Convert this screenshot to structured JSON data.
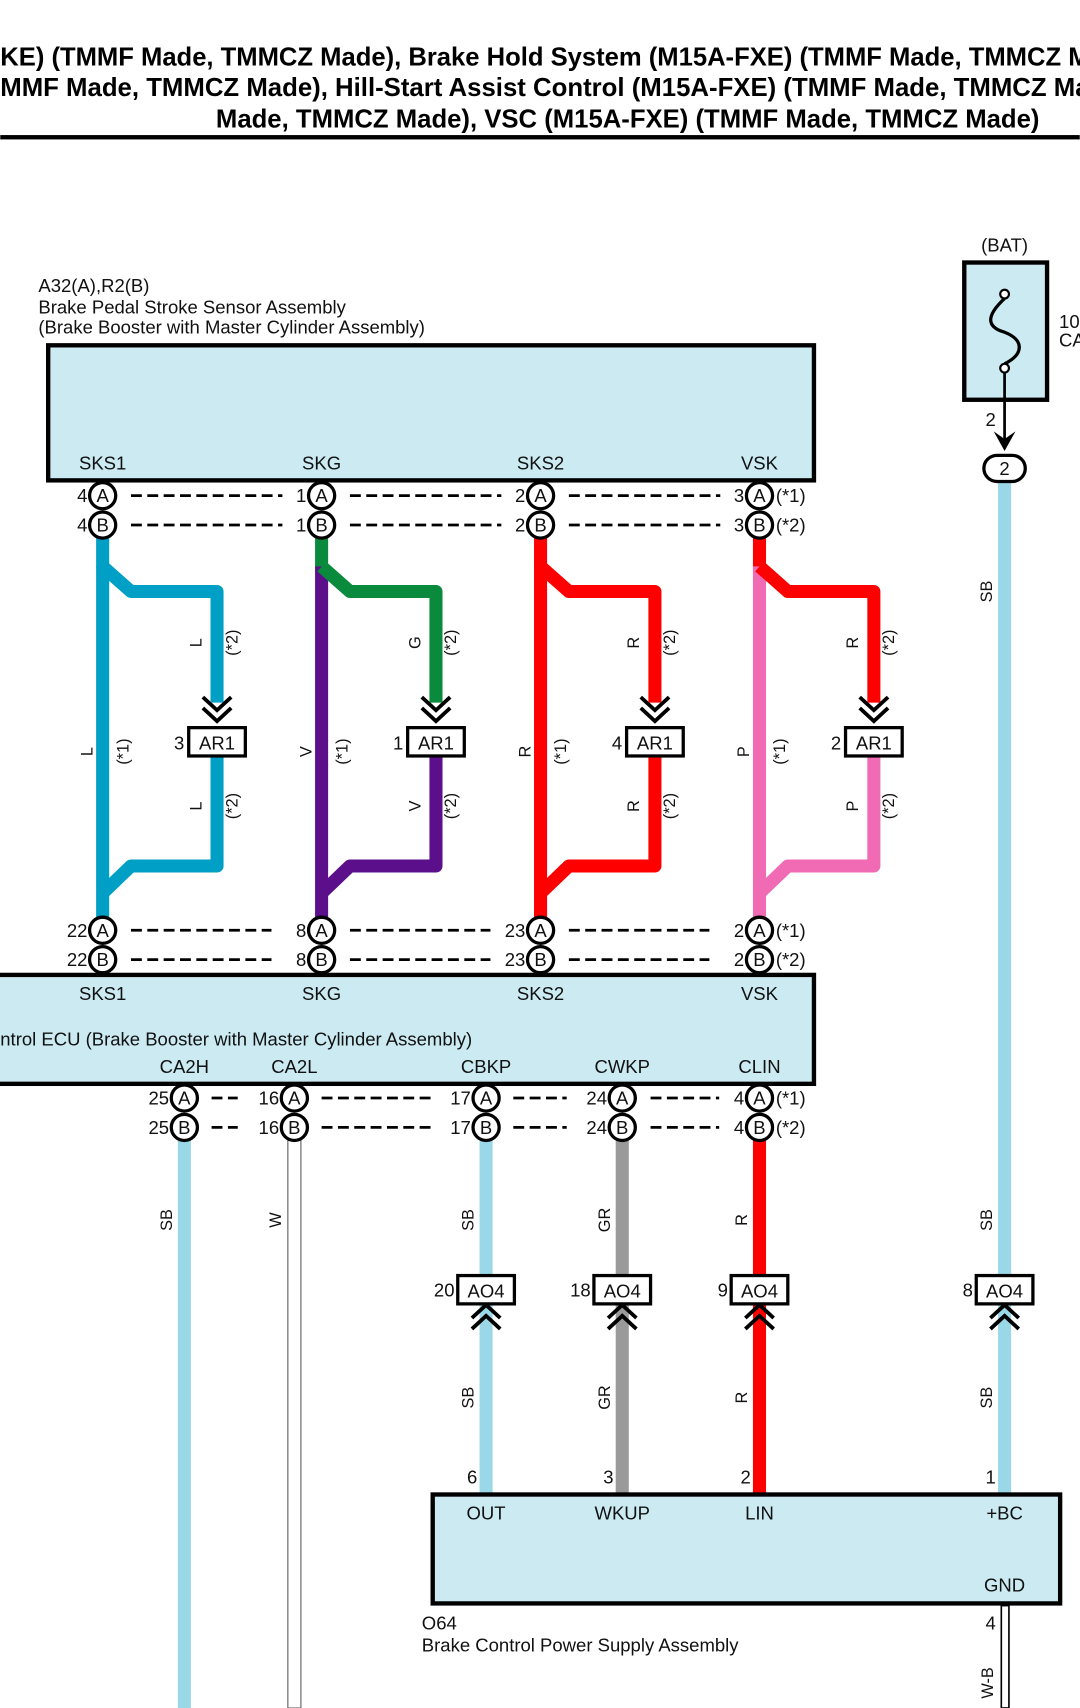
{
  "title_lines": [
    "KE) (TMMF Made, TMMCZ Made), Brake Hold System (M15A-FXE) (TMMF Made, TMMCZ M",
    "MMF Made, TMMCZ Made), Hill-Start Assist Control (M15A-FXE) (TMMF Made, TMMCZ Ma",
    "Made, TMMCZ Made), VSC (M15A-FXE) (TMMF Made, TMMCZ Made)"
  ],
  "connector_letters": [
    "A",
    "B"
  ],
  "notes": [
    "(*1)",
    "(*2)"
  ],
  "sensor": {
    "ref": "A32(A),R2(B)",
    "name": "Brake Pedal Stroke Sensor Assembly",
    "sub": "(Brake Booster with Master Cylinder Assembly)",
    "pins": [
      "SKS1",
      "SKG",
      "SKS2",
      "VSK"
    ],
    "pin_numbers": [
      "4",
      "1",
      "2",
      "3"
    ]
  },
  "branches": [
    {
      "main": "L",
      "top": "L",
      "bottom": "L",
      "ar1_pin": "3",
      "colors": {
        "stub": "#00a0c6",
        "main": "#00a0c6",
        "top": "#00a0c6",
        "bottom": "#00a0c6"
      }
    },
    {
      "main": "V",
      "top": "G",
      "bottom": "V",
      "ar1_pin": "1",
      "colors": {
        "stub": "#0a8a3c",
        "main": "#5b0f8b",
        "top": "#0a8a3c",
        "bottom": "#5b0f8b"
      }
    },
    {
      "main": "R",
      "top": "R",
      "bottom": "R",
      "ar1_pin": "4",
      "colors": {
        "stub": "#ff0000",
        "main": "#ff0000",
        "top": "#ff0000",
        "bottom": "#ff0000"
      }
    },
    {
      "main": "P",
      "top": "R",
      "bottom": "P",
      "ar1_pin": "2",
      "colors": {
        "stub": "#ff0000",
        "main": "#f06ab4",
        "top": "#ff0000",
        "bottom": "#f06ab4"
      }
    }
  ],
  "ar1_label": "AR1",
  "ecu": {
    "name": "ntrol ECU (Brake Booster with Master Cylinder Assembly)",
    "top_pins": [
      "SKS1",
      "SKG",
      "SKS2",
      "VSK"
    ],
    "top_pin_numbers": [
      "22",
      "8",
      "23",
      "2"
    ],
    "bottom_pins": [
      "CA2H",
      "CA2L",
      "CBKP",
      "CWKP",
      "CLIN"
    ],
    "bottom_pin_numbers": [
      "25",
      "16",
      "17",
      "24",
      "4"
    ]
  },
  "lower_wires": [
    {
      "label": "SB",
      "color": "#9ad8e8"
    },
    {
      "label": "W",
      "color": "#ffffff"
    },
    {
      "label": "SB",
      "color": "#9ad8e8",
      "ao4_pin": "20",
      "supply_pin": "6"
    },
    {
      "label": "GR",
      "color": "#9a9a9a",
      "ao4_pin": "18",
      "supply_pin": "3"
    },
    {
      "label": "R",
      "color": "#ff0000",
      "ao4_pin": "9",
      "supply_pin": "2"
    },
    {
      "label": "SB",
      "color": "#9ad8e8",
      "ao4_pin": "8",
      "supply_pin": "1"
    }
  ],
  "ao4_label": "AO4",
  "fuse": {
    "source": "(BAT)",
    "rating_partial": "10",
    "name_partial": "CA",
    "pin": "2",
    "junction": "2",
    "wire_label": "SB"
  },
  "supply": {
    "ref": "O64",
    "name": "Brake Control Power Supply Assembly",
    "pins": [
      "OUT",
      "WKUP",
      "LIN",
      "+BC"
    ],
    "gnd": "GND",
    "gnd_pin": "4",
    "gnd_wire": "W-B"
  },
  "colors": {
    "component_fill": "#cbeaf2",
    "sb": "#9ad8e8"
  }
}
